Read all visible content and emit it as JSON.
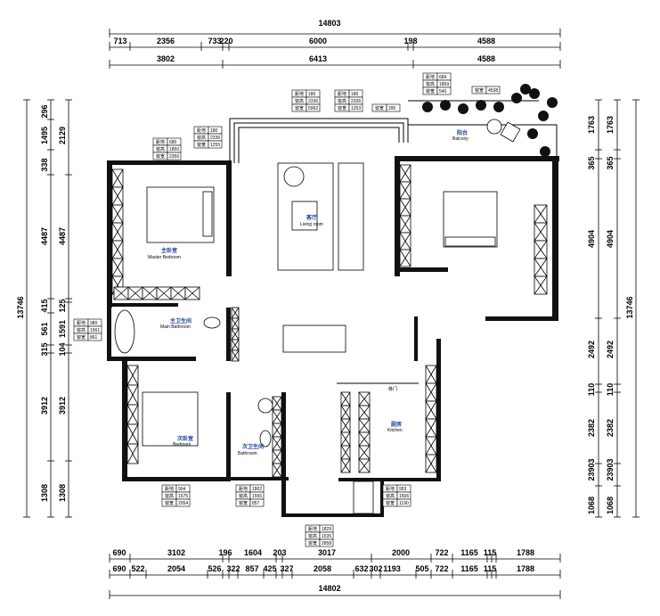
{
  "dimensions": {
    "top": {
      "total": "14803",
      "row1": [
        "713",
        "2356",
        "733",
        "220",
        "6000",
        "198",
        "4588"
      ],
      "row2": [
        "3802",
        "6413",
        "4588"
      ]
    },
    "bottom": {
      "total": "14802",
      "row1": [
        "690",
        "3102",
        "196",
        "1604",
        "203",
        "3017",
        "2000",
        "722",
        "1165",
        "115",
        "1788"
      ],
      "row2": [
        "690",
        "522",
        "2054",
        "526",
        "322",
        "857",
        "425",
        "327",
        "2058",
        "632",
        "302",
        "1193",
        "505",
        "722",
        "1165",
        "115",
        "1788"
      ]
    },
    "left": {
      "total": "13746",
      "col1": [
        "296",
        "1495",
        "338",
        "4487",
        "415",
        "561",
        "315",
        "3912",
        "1308"
      ],
      "col2": [
        "2129",
        "4487",
        "125",
        "1591",
        "104",
        "3912",
        "1308"
      ]
    },
    "right": {
      "total": "13746",
      "col1": [
        "1763",
        "365",
        "4904",
        "2492",
        "110",
        "2382",
        "23903",
        "1068"
      ],
      "col2": [
        "1763",
        "365",
        "4904",
        "2492",
        "110",
        "2382",
        "23903",
        "1068"
      ]
    }
  },
  "rooms": [
    {
      "cn": "主卧室",
      "en": "Master Bedroom"
    },
    {
      "cn": "主卫生间",
      "en": "Main Bathroom"
    },
    {
      "cn": "客厅",
      "en": "Living room"
    },
    {
      "cn": "阳台",
      "en": "Balcony"
    },
    {
      "cn": "次卧室",
      "en": "Bedroom"
    },
    {
      "cn": "次卫生间",
      "en": "Bathroom"
    },
    {
      "cn": "厨房",
      "en": "Kitchen"
    }
  ],
  "notes": {
    "sliding_door": "移门"
  },
  "window_labels": {
    "sill": "距地",
    "height": "窗高",
    "width": "窗宽"
  },
  "windows": [
    {
      "sill": "680",
      "height": "1850",
      "width": "2356"
    },
    {
      "sill": "180",
      "height": "2336",
      "width": "1255"
    },
    {
      "sill": "180",
      "height": "2336",
      "width": "5992"
    },
    {
      "sill": "180",
      "height": "2336",
      "width": "1253"
    },
    {
      "width": "295"
    },
    {
      "sill": "684",
      "height": "1859",
      "width": "540"
    },
    {
      "width": "4538"
    },
    {
      "sill": "980",
      "height": "1561",
      "width": "861"
    },
    {
      "sill": "904",
      "height": "1575",
      "width": "2054"
    },
    {
      "sill": "1802",
      "height": "1556",
      "width": "857"
    },
    {
      "sill": "1829",
      "height": "1535",
      "width": "2858"
    },
    {
      "sill": "953",
      "height": "1506",
      "width": "1190"
    }
  ]
}
